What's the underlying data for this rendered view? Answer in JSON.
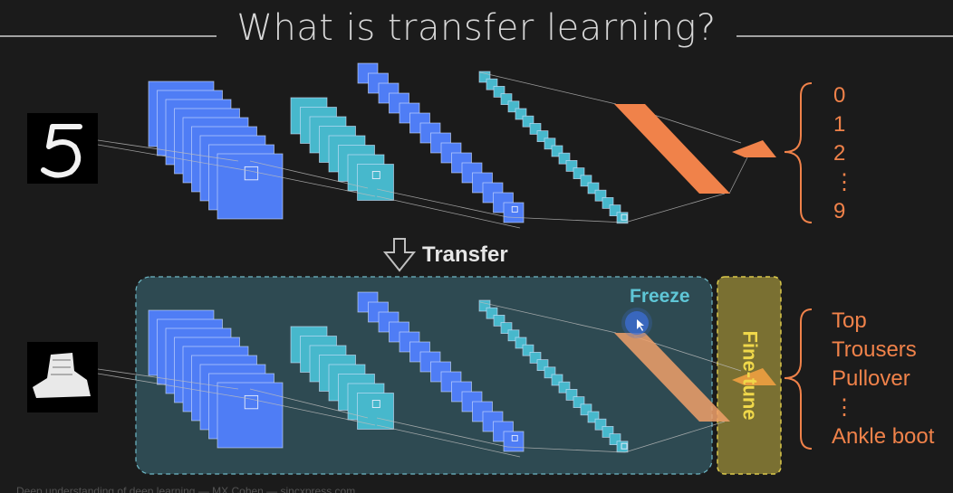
{
  "slide": {
    "title": "What is transfer learning?",
    "transfer_label": "Transfer",
    "freeze_label": "Freeze",
    "finetune_label": "Fine-tune",
    "footer": "Deep understanding of deep learning — MX Cohen — sincxpress.com"
  },
  "top_network": {
    "input_image": "handwritten digit 5",
    "outputs": [
      "0",
      "1",
      "2",
      "⋮",
      "9"
    ]
  },
  "bottom_network": {
    "input_image": "ankle boot",
    "outputs": [
      "Top",
      "Trousers",
      "Pullover",
      "⋮",
      "Ankle boot"
    ]
  },
  "colors": {
    "background": "#1b1b1b",
    "conv_blue": "#4f7df5",
    "conv_cyan": "#47b8cc",
    "dense_orange": "#f0824a",
    "freeze_box": "#2f4d55",
    "finetune_box": "#7a7032",
    "finetune_text": "#f0d84a"
  },
  "icons": [
    "transfer-arrow-icon",
    "cursor-icon",
    "brace-icon"
  ]
}
